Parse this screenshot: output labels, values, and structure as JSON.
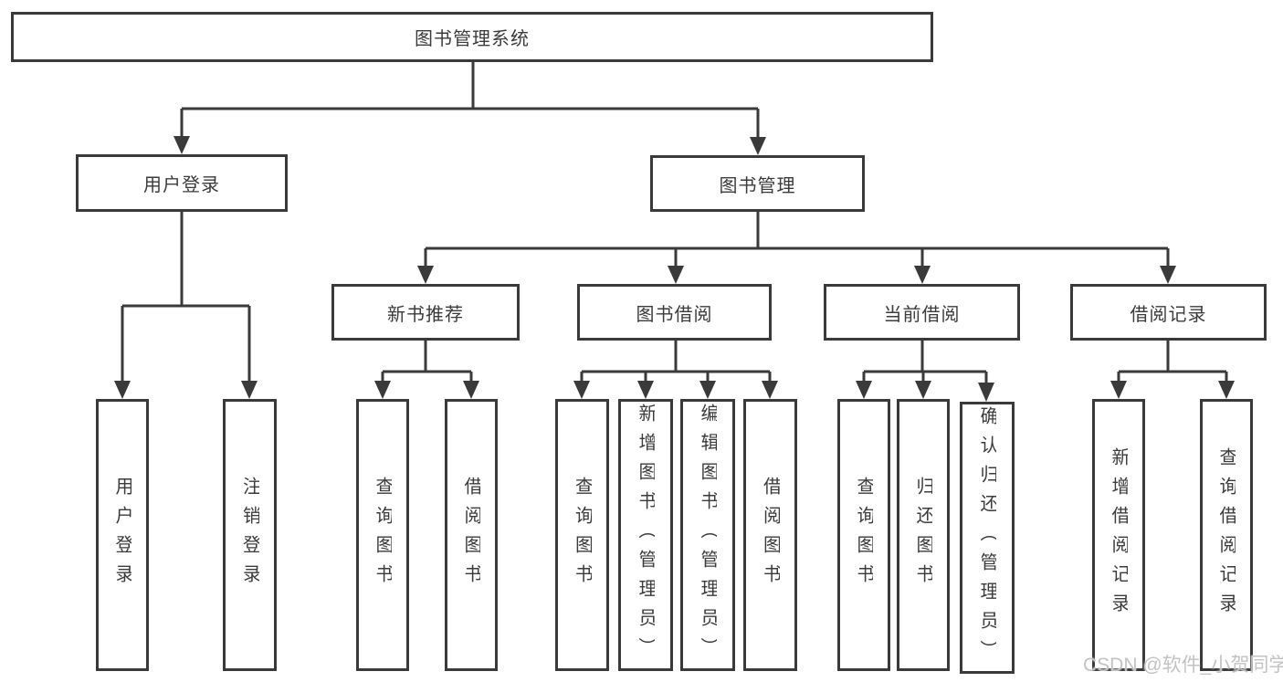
{
  "nodes": {
    "root": "图书管理系统",
    "user_login": "用户登录",
    "book_management": "图书管理",
    "new_book_recommend": "新书推荐",
    "book_borrow": "图书借阅",
    "current_borrow": "当前借阅",
    "borrow_record": "借阅记录"
  },
  "leaves": {
    "user_login": [
      "用户登录",
      "注销登录"
    ],
    "new_book_recommend": [
      "查询图书",
      "借阅图书"
    ],
    "book_borrow": [
      "查询图书",
      "新增图书（管理员）",
      "编辑图书（管理员）",
      "借阅图书"
    ],
    "current_borrow": [
      "查询图书",
      "归还图书",
      "确认归还（管理员）"
    ],
    "borrow_record": [
      "新增借阅记录",
      "查询借阅记录"
    ]
  },
  "watermark": "CSDN @软件_小贺同学",
  "colors": {
    "line": "#3a3a3a",
    "text": "#3b3b3b",
    "box_background": "#ffffff",
    "watermark": "#c3c3c3",
    "background": "#ffffff"
  }
}
